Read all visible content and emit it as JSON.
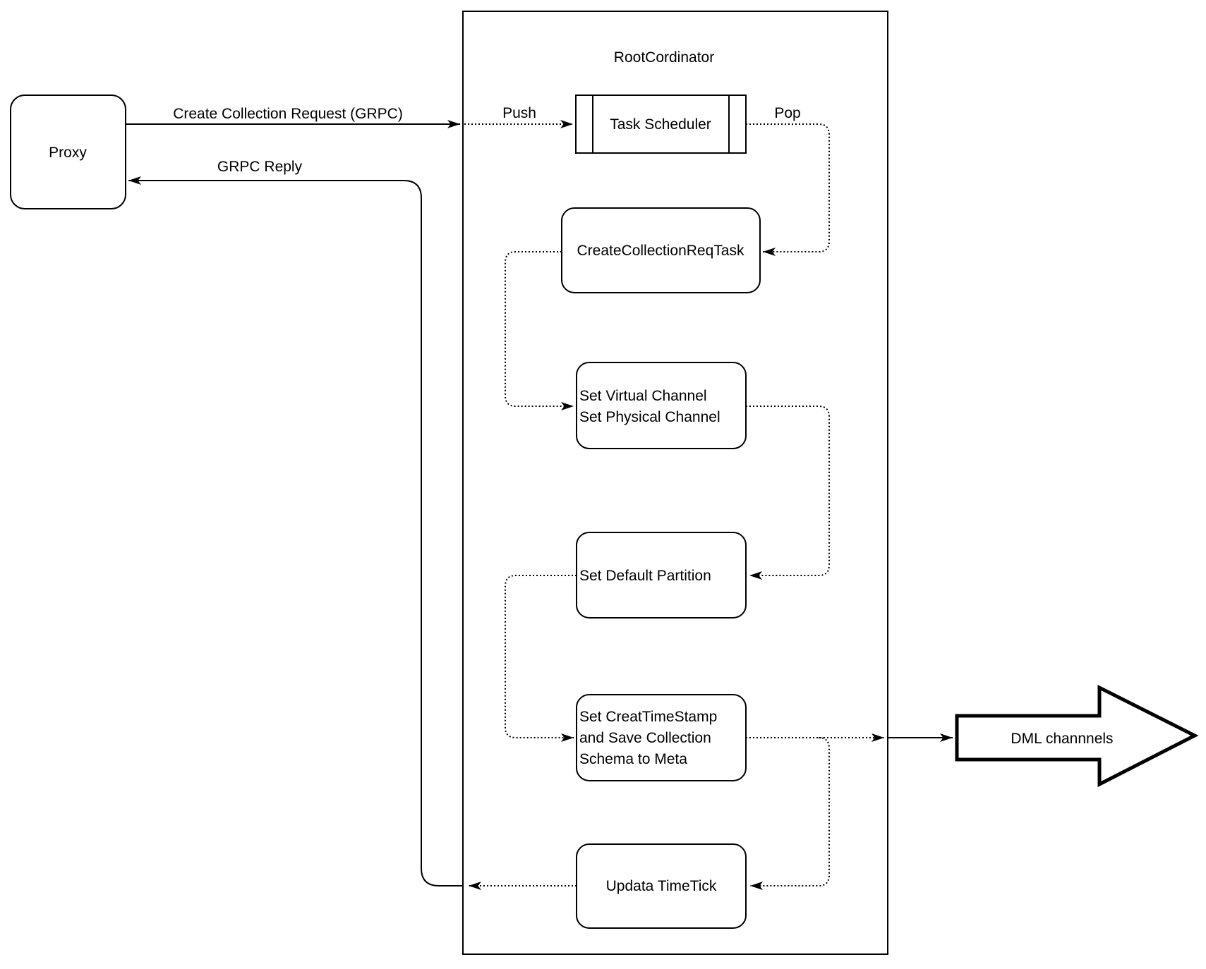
{
  "diagram": {
    "container": {
      "title": "RootCordinator"
    },
    "nodes": {
      "proxy": {
        "label": "Proxy"
      },
      "task_scheduler": {
        "label": "Task Scheduler"
      },
      "create_collection_req_task": {
        "label": "CreateCollectionReqTask"
      },
      "set_virtual_channel": {
        "lines": [
          "Set Virtual Channel",
          "Set Physical Channel"
        ]
      },
      "set_default_partition": {
        "label": "Set Default Partition"
      },
      "set_creat_timestamp": {
        "lines": [
          "Set CreatTimeStamp",
          "and Save Collection",
          "Schema to Meta"
        ]
      },
      "updata_timetick": {
        "label": "Updata TimeTick"
      },
      "dml_channels": {
        "label": "DML channnels"
      }
    },
    "edge_labels": {
      "create_collection_request": "Create Collection Request (GRPC)",
      "grpc_reply": "GRPC Reply",
      "push": "Push",
      "pop": "Pop"
    },
    "colors": {
      "stroke": "#000000",
      "node_fill": "#ffffff",
      "background": "#ffffff"
    }
  }
}
